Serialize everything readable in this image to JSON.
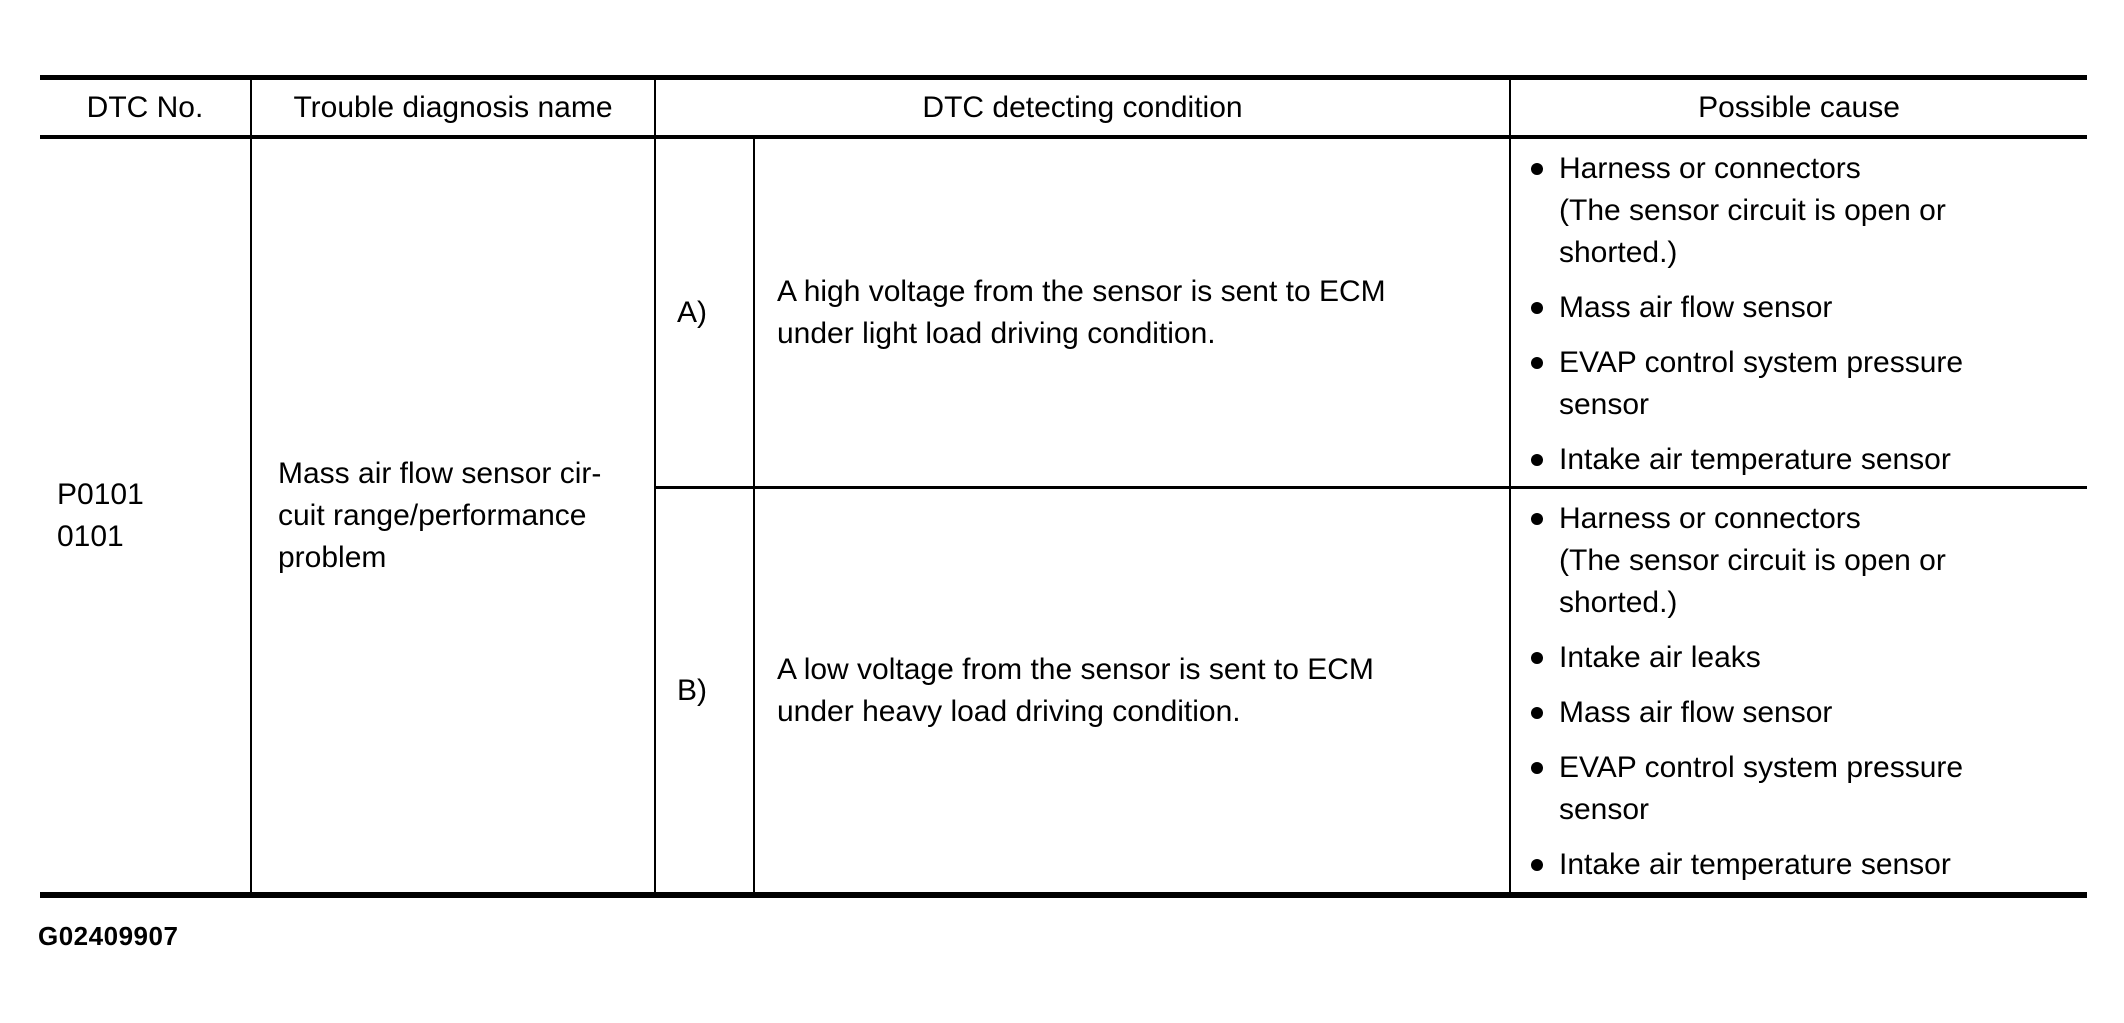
{
  "header": {
    "col_dtc_no": "DTC No.",
    "col_trouble_name": "Trouble diagnosis name",
    "col_detecting_condition": "DTC detecting condition",
    "col_possible_cause": "Possible cause"
  },
  "row": {
    "dtc_no": "P0101\n0101",
    "trouble_name": "Mass air flow sensor cir-\ncuit range/performance\nproblem",
    "conditions": [
      {
        "label": "A)",
        "text": "A high voltage from the sensor is sent to ECM under light load driving condition.",
        "causes": [
          "Harness or connectors\n(The sensor circuit is open or shorted.)",
          "Mass air flow sensor",
          "EVAP control system pressure sensor",
          "Intake air temperature sensor"
        ]
      },
      {
        "label": "B)",
        "text": "A low voltage from the sensor is sent to ECM under heavy load driving condition.",
        "causes": [
          "Harness or connectors\n(The sensor circuit is open or shorted.)",
          "Intake air leaks",
          "Mass air flow sensor",
          "EVAP control system pressure sensor",
          "Intake air temperature sensor"
        ]
      }
    ]
  },
  "footer": {
    "figure_id": "G02409907"
  }
}
